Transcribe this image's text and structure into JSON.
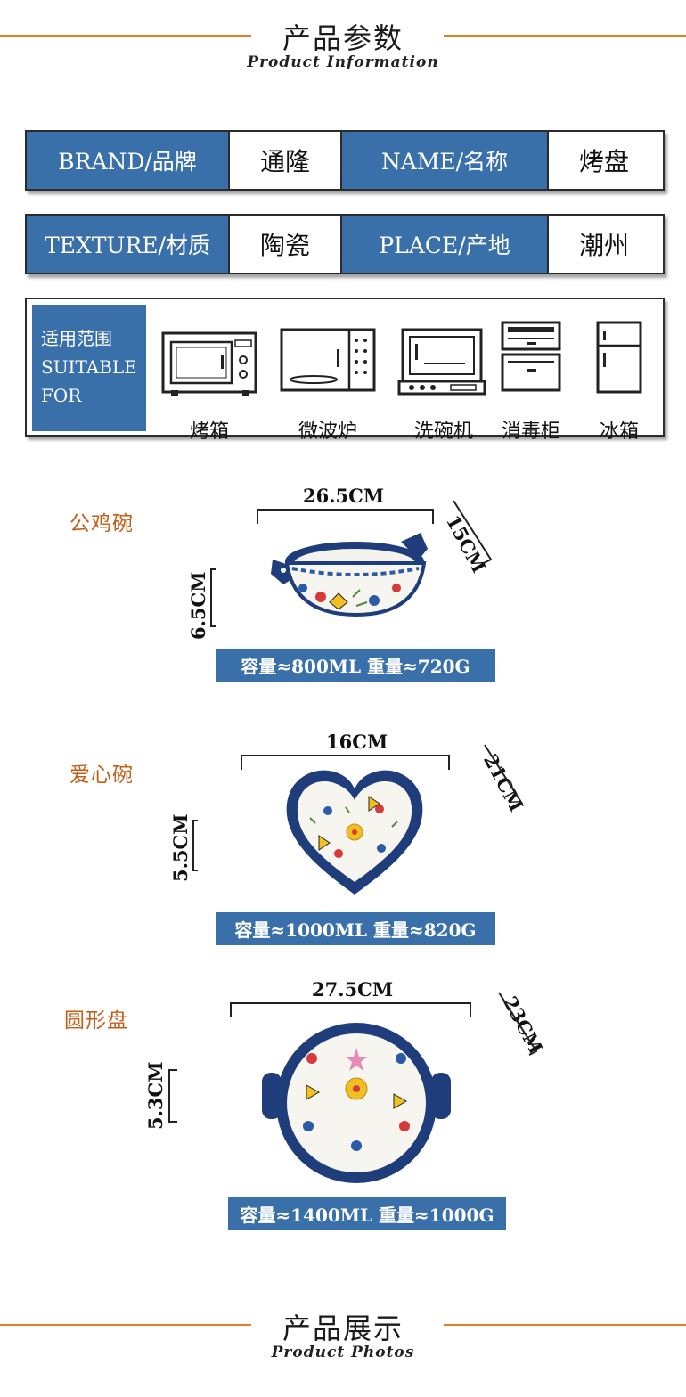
{
  "header_info": {
    "title_cn": "产品参数",
    "title_en": "Product Information"
  },
  "params": {
    "row1": {
      "brand_label": "BRAND/品牌",
      "brand_value": "通隆",
      "name_label": "NAME/名称",
      "name_value": "烤盘"
    },
    "row2": {
      "texture_label": "TEXTURE/材质",
      "texture_value": "陶瓷",
      "place_label": "PLACE/产地",
      "place_value": "潮州"
    }
  },
  "suitable": {
    "label_line1": "适用范围",
    "label_line2": "SUITABLE",
    "label_line3": "FOR",
    "items": [
      {
        "name": "烤箱",
        "icon": "oven-icon"
      },
      {
        "name": "微波炉",
        "icon": "microwave-icon"
      },
      {
        "name": "洗碗机",
        "icon": "dishwasher-icon"
      },
      {
        "name": "消毒柜",
        "icon": "sterilizer-icon"
      },
      {
        "name": "冰箱",
        "icon": "fridge-icon"
      }
    ]
  },
  "products": [
    {
      "name": "公鸡碗",
      "width": "26.5CM",
      "depth": "15CM",
      "height": "6.5CM",
      "capacity": "容量≈800ML 重量≈720G"
    },
    {
      "name": "爱心碗",
      "width": "16CM",
      "depth": "21CM",
      "height": "5.5CM",
      "capacity": "容量≈1000ML 重量≈820G"
    },
    {
      "name": "圆形盘",
      "width": "27.5CM",
      "depth": "23CM",
      "height": "5.3CM",
      "capacity": "容量≈1400ML 重量≈1000G"
    }
  ],
  "header_photos": {
    "title_cn": "产品展示",
    "title_en": "Product Photos"
  },
  "colors": {
    "accent_orange": "#e37f25",
    "brand_blue": "#3a70aa",
    "product_name": "#c45f1a"
  }
}
